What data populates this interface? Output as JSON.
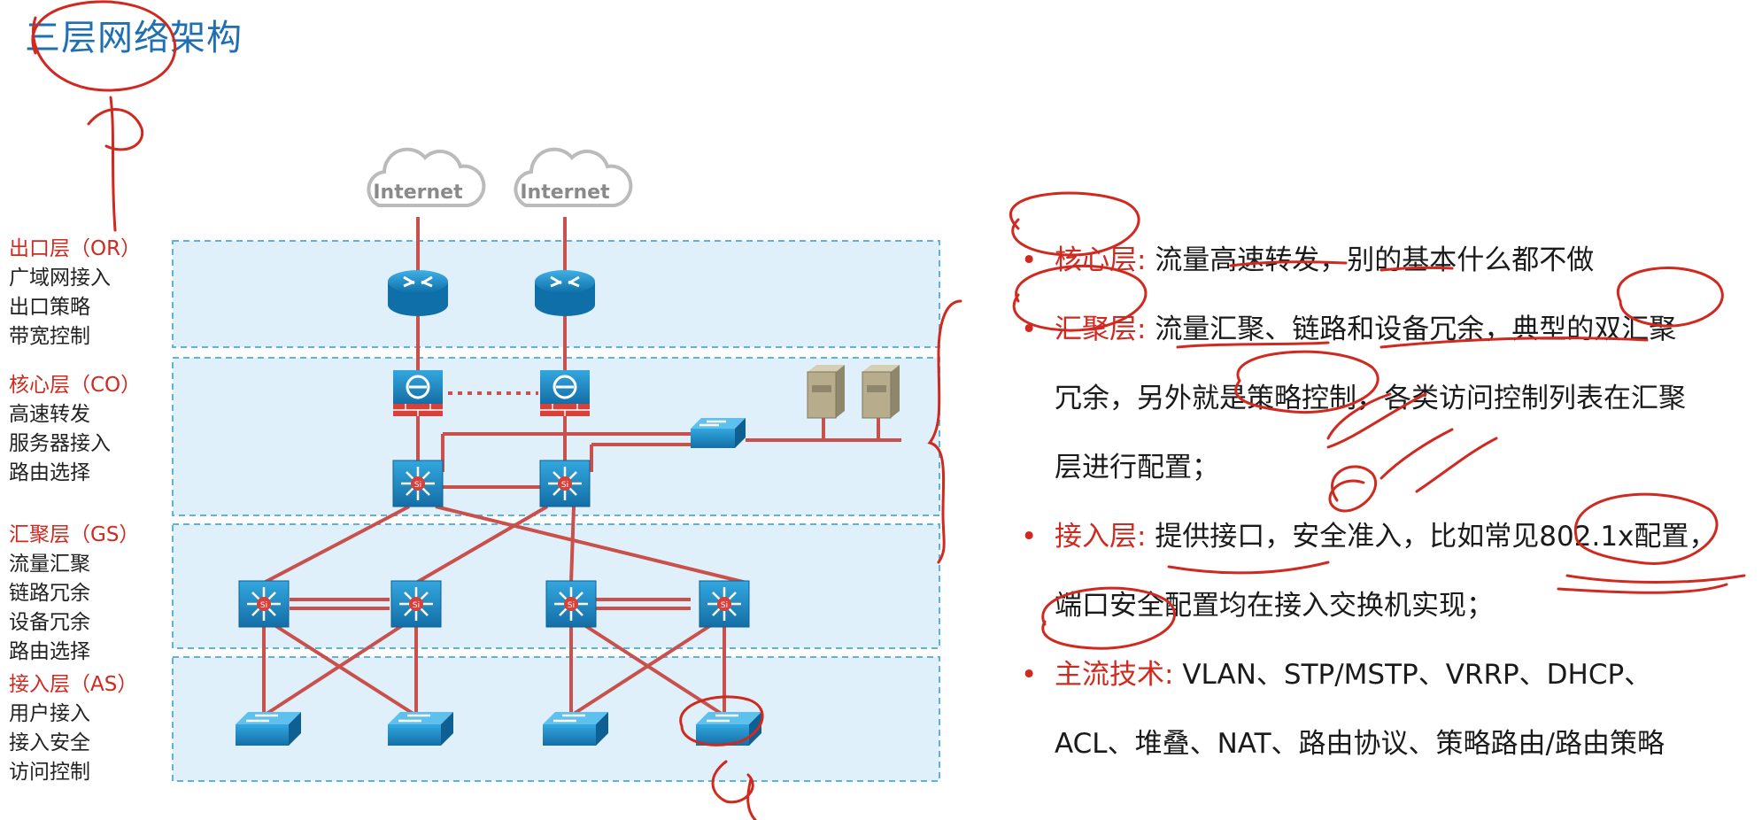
{
  "title": "三层网络架构",
  "layers": [
    {
      "head": "出口层（OR）",
      "items": [
        "广域网接入",
        "出口策略",
        "带宽控制"
      ]
    },
    {
      "head": "核心层（CO）",
      "items": [
        "高速转发",
        "服务器接入",
        "路由选择"
      ]
    },
    {
      "head": "汇聚层（GS）",
      "items": [
        "流量汇聚",
        "链路冗余",
        "设备冗余",
        "路由选择"
      ]
    },
    {
      "head": "接入层（AS）",
      "items": [
        "用户接入",
        "接入安全",
        "访问控制"
      ]
    }
  ],
  "diagram": {
    "cloud_label": "Internet",
    "switch_symbol": "Si",
    "colors": {
      "band_fill": "#dff0fa",
      "band_border": "#5fb2dc",
      "link": "#c9504b",
      "device": "#1f8cc7",
      "server": "#b7ad8c"
    }
  },
  "bullets": [
    {
      "term": "核心层",
      "sep": ": ",
      "lines": [
        "流量高速转发，别的基本什么都不做"
      ]
    },
    {
      "term": "汇聚层",
      "sep": ": ",
      "lines": [
        "流量汇聚、链路和设备冗余，典型的双汇聚",
        "冗余，另外就是策略控制，各类访问控制列表在汇聚",
        "层进行配置；"
      ]
    },
    {
      "term": "接入层",
      "sep": ": ",
      "lines": [
        "提供接口，安全准入，比如常见802.1x配置，",
        "端口安全配置均在接入交换机实现；"
      ]
    },
    {
      "term": "主流技术",
      "sep": ": ",
      "lines": [
        "VLAN、STP/MSTP、VRRP、DHCP、",
        "ACL、堆叠、NAT、路由协议、策略路由/路由策略"
      ]
    }
  ],
  "annotation_color": "#d0291f"
}
